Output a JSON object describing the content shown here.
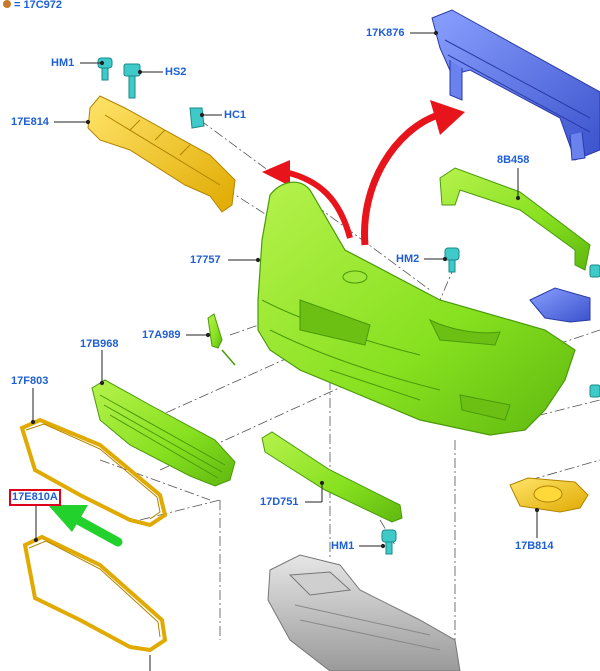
{
  "legend": {
    "dot_color": "#c8782a",
    "text": "= 17C972"
  },
  "parts": {
    "p17K876": "17K876",
    "pHM1_top": "HM1",
    "pHS2": "HS2",
    "pHC1": "HC1",
    "p17E814": "17E814",
    "p8B458": "8B458",
    "p17757": "17757",
    "pHM2": "HM2",
    "p17A989": "17A989",
    "p17B968": "17B968",
    "p17F803": "17F803",
    "p17E810A": "17E810A",
    "p17D751": "17D751",
    "pHM1_bottom": "HM1",
    "p17B814": "17B814"
  },
  "highlighted_part": "17E810A",
  "colors": {
    "label": "#1f5fd6",
    "highlight_box": "#e0001b",
    "arrow_red": "#e8141b",
    "arrow_green": "#22d12b",
    "bumper_green": "#86e01f",
    "bracket_yellow": "#f2c400",
    "reinforcement_blue": "#4a64e0",
    "clip_cyan": "#3fc9c9",
    "skid_gray": "#b9b9b9"
  }
}
